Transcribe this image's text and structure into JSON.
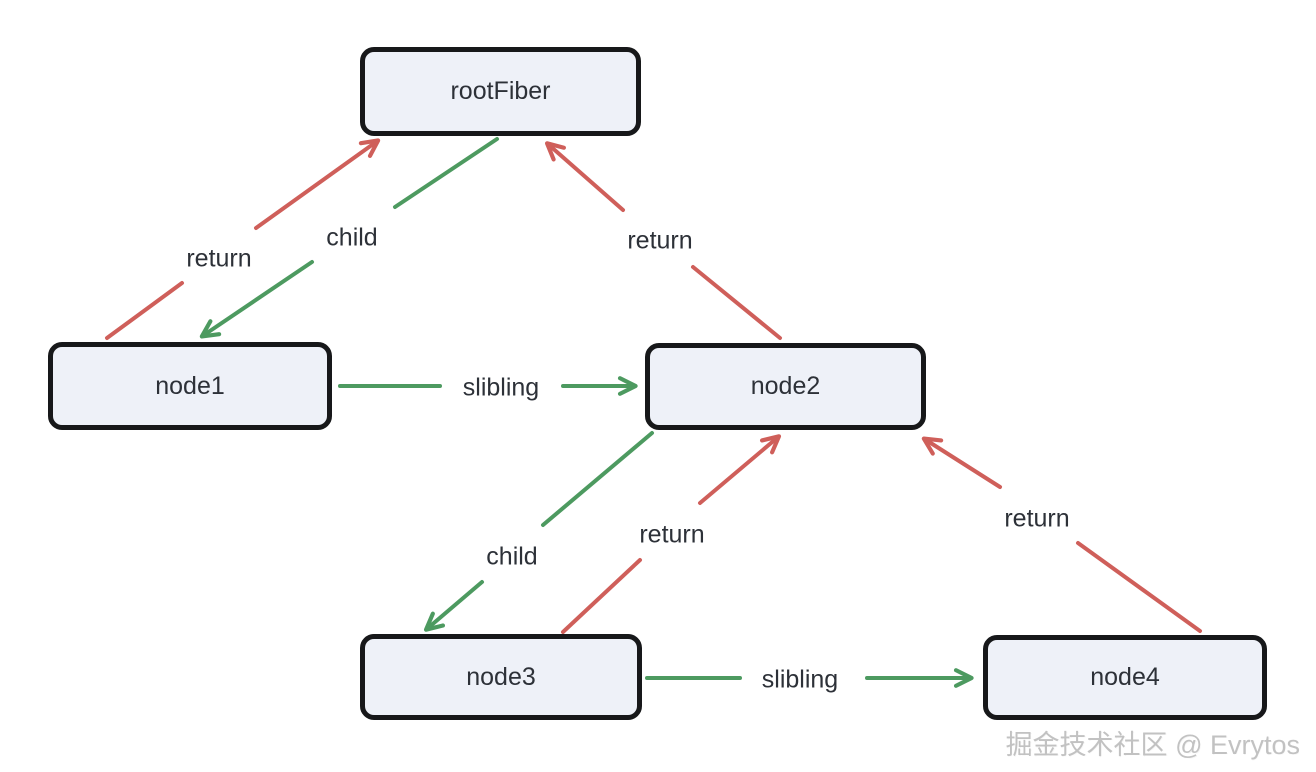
{
  "diagram": {
    "type": "fiber-tree-diagram",
    "nodes": [
      {
        "id": "rootFiber",
        "label": "rootFiber"
      },
      {
        "id": "node1",
        "label": "node1"
      },
      {
        "id": "node2",
        "label": "node2"
      },
      {
        "id": "node3",
        "label": "node3"
      },
      {
        "id": "node4",
        "label": "node4"
      }
    ],
    "edges": [
      {
        "label": "return",
        "relation": "return",
        "from": "node1",
        "to": "rootFiber"
      },
      {
        "label": "child",
        "relation": "child",
        "from": "rootFiber",
        "to": "node1"
      },
      {
        "label": "return",
        "relation": "return",
        "from": "node2",
        "to": "rootFiber"
      },
      {
        "label": "slibling",
        "relation": "sibling",
        "from": "node1",
        "to": "node2"
      },
      {
        "label": "child",
        "relation": "child",
        "from": "node2",
        "to": "node3"
      },
      {
        "label": "return",
        "relation": "return",
        "from": "node3",
        "to": "node2"
      },
      {
        "label": "return",
        "relation": "return",
        "from": "node4",
        "to": "node2"
      },
      {
        "label": "slibling",
        "relation": "sibling",
        "from": "node3",
        "to": "node4"
      }
    ],
    "colors": {
      "return_arrow": "#cf5f5a",
      "child_sibling_arrow": "#4d9a60",
      "node_fill": "#eef1f8",
      "node_border": "#17181a",
      "text": "#2d3138",
      "background": "#ffffff",
      "watermark": "#c2c2c2"
    },
    "watermark": {
      "text": "掘金技术社区 @ Evrytos"
    }
  }
}
